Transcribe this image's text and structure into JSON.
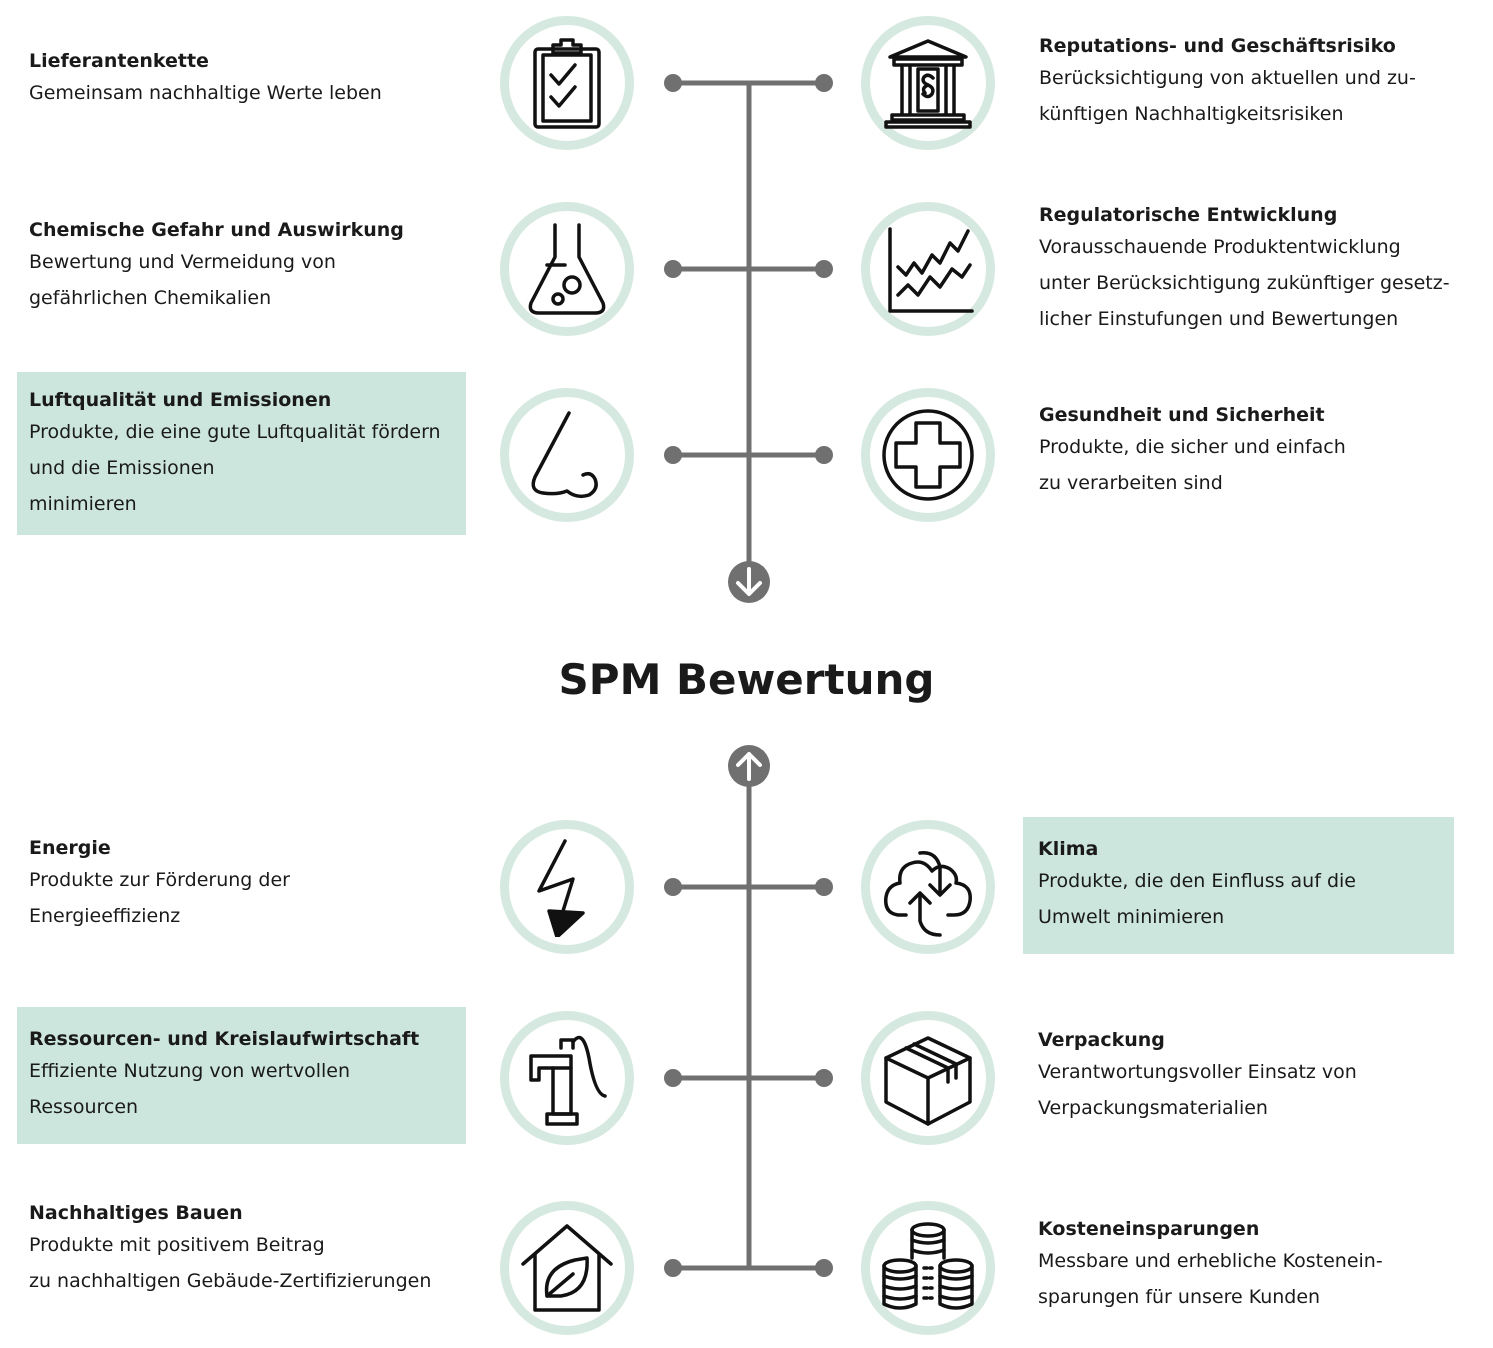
{
  "title": "SPM Bewertung",
  "colors": {
    "highlight": "#cce6dd",
    "ring": "#d6e9e0",
    "line": "#707070"
  },
  "top_left": [
    {
      "title": "Lieferantenkette",
      "desc": "Gemeinsam nachhaltige Werte leben",
      "icon": "clipboard-checklist-icon",
      "highlighted": false
    },
    {
      "title": "Chemische Gefahr und Auswirkung",
      "desc": "Bewertung und Vermeidung von\ngefährlichen Chemikalien",
      "icon": "flask-icon",
      "highlighted": false
    },
    {
      "title": "Luftqualität und Emissionen",
      "desc": "Produkte, die eine gute Luftqualität fördern\nund die Emissionen\nminimieren",
      "icon": "nose-icon",
      "highlighted": true
    }
  ],
  "top_right": [
    {
      "title": "Reputations- und Geschäftsrisiko",
      "desc": "Berücksichtigung von aktuellen und zu-\nkünftigen Nachhaltigkeitsrisiken",
      "icon": "courthouse-paragraph-icon",
      "highlighted": false
    },
    {
      "title": "Regulatorische Entwicklung",
      "desc": "Vorausschauende Produktentwicklung\nunter Berücksichtigung zukünftiger gesetz-\nlicher Einstufungen und Bewertungen",
      "icon": "zigzag-chart-icon",
      "highlighted": false
    },
    {
      "title": "Gesundheit und Sicherheit",
      "desc": "Produkte, die sicher und einfach\nzu verarbeiten sind",
      "icon": "medical-cross-icon",
      "highlighted": false
    }
  ],
  "bottom_left": [
    {
      "title": "Energie",
      "desc": "Produkte zur Förderung der\nEnergieeffizienz",
      "icon": "lightning-bolt-icon",
      "highlighted": false
    },
    {
      "title": "Ressourcen- und Kreislaufwirtschaft",
      "desc": "Effiziente Nutzung von wertvollen\nRessourcen",
      "icon": "water-pump-icon",
      "highlighted": true
    },
    {
      "title": "Nachhaltiges Bauen",
      "desc": "Produkte mit positivem Beitrag\nzu nachhaltigen Gebäude-Zertifizierungen",
      "icon": "house-leaf-icon",
      "highlighted": false
    }
  ],
  "bottom_right": [
    {
      "title": "Klima",
      "desc": "Produkte, die den Einfluss auf die\nUmwelt minimieren",
      "icon": "cloud-cycle-icon",
      "highlighted": true
    },
    {
      "title": "Verpackung",
      "desc": "Verantwortungsvoller Einsatz von\nVerpackungsmaterialien",
      "icon": "package-box-icon",
      "highlighted": false
    },
    {
      "title": "Kosteneinsparungen",
      "desc": "Messbare und erhebliche Kostenein-\nsparungen für unsere Kunden",
      "icon": "coin-stacks-icon",
      "highlighted": false
    }
  ]
}
